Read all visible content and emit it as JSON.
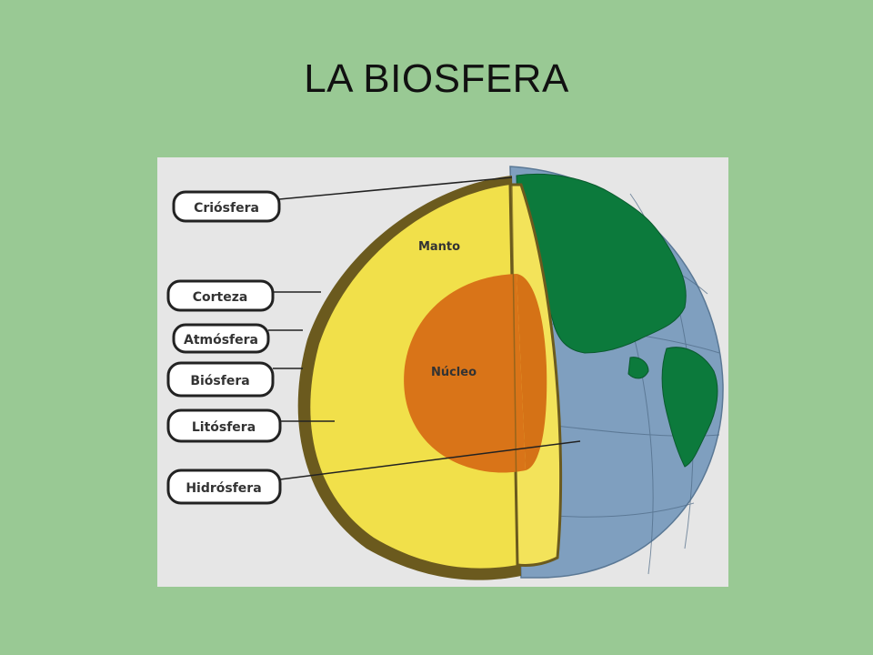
{
  "slide": {
    "title": "LA BIOSFERA"
  },
  "diagram": {
    "labels": {
      "criosfera": "Criósfera",
      "corteza": "Corteza",
      "atmosfera": "Atmósfera",
      "biosfera": "Biósfera",
      "litosfera": "Litósfera",
      "hidrosfera": "Hidrósfera"
    },
    "inner": {
      "manto": "Manto",
      "nucleo": "Núcleo"
    }
  },
  "colors": {
    "background": "#99c994",
    "ocean": "#7f9fbf",
    "land": "#0c7a3c",
    "mantle": "#f1e04a",
    "core": "#d97418",
    "crust": "#6b5a1e"
  }
}
